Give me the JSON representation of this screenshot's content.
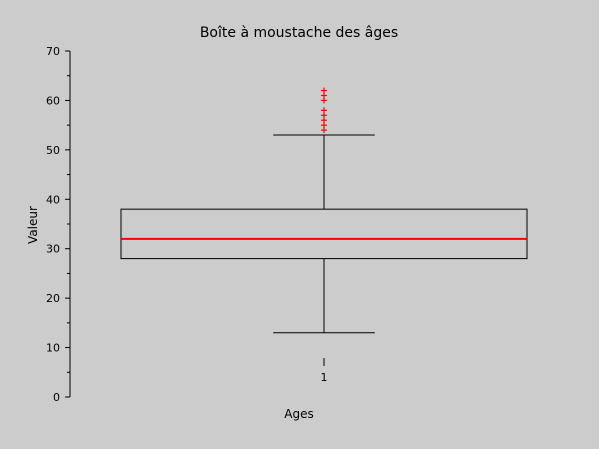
{
  "chart_data": {
    "type": "box",
    "title": "Boîte à moustache des âges",
    "xlabel": "Ages",
    "ylabel": "Valeur",
    "ylim": [
      0,
      70
    ],
    "yticks": [
      0,
      10,
      20,
      30,
      40,
      50,
      60,
      70
    ],
    "categories": [
      "1"
    ],
    "boxes": [
      {
        "category": "1",
        "whisker_low": 13,
        "q1": 28,
        "median": 32,
        "q3": 38,
        "whisker_high": 53,
        "outliers": [
          54,
          55,
          56,
          57,
          58,
          60,
          61,
          62
        ]
      }
    ],
    "grid": false,
    "colors": {
      "background": "#cccccc",
      "median": "#ff0000",
      "outlier": "#ff0000",
      "box": "#000000"
    }
  }
}
